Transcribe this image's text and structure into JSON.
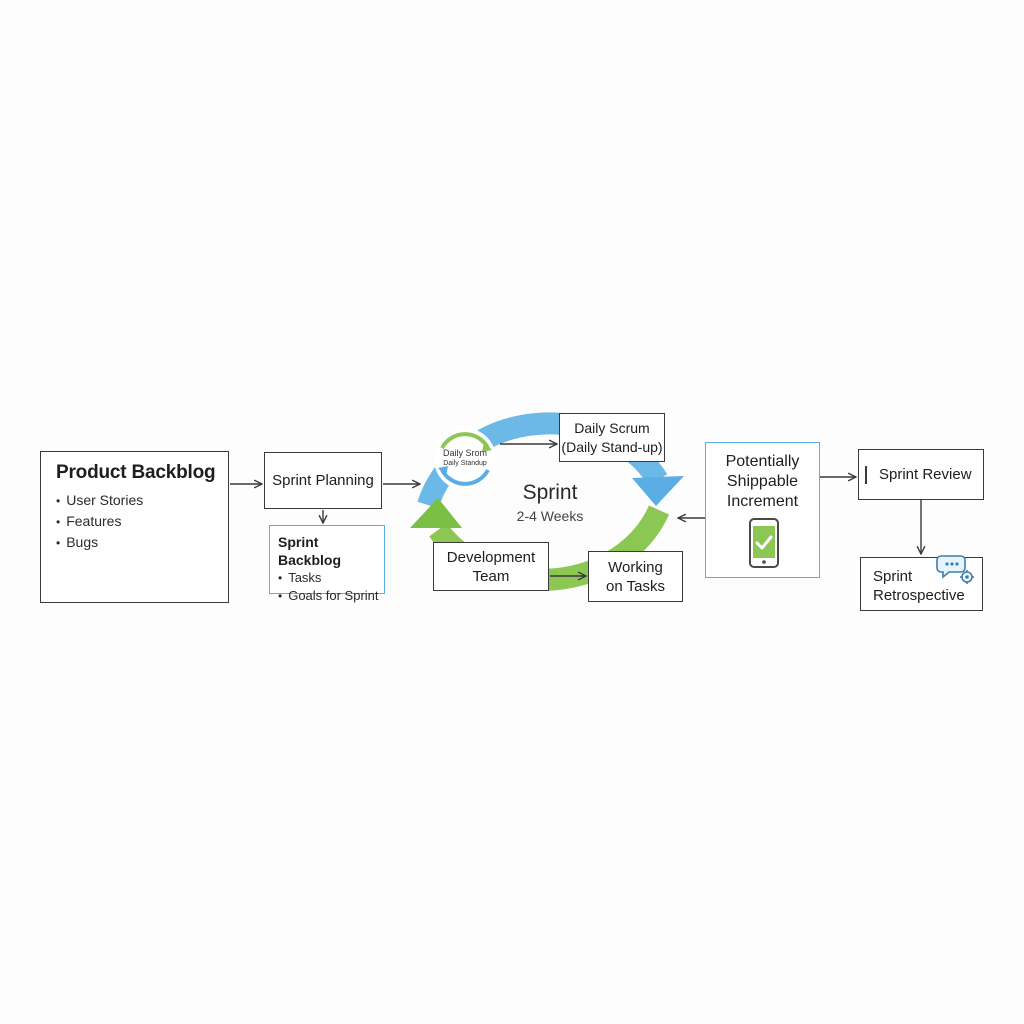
{
  "product_backlog": {
    "title": "Product Backblog",
    "items": [
      "User Stories",
      "Features",
      "Bugs"
    ]
  },
  "sprint_planning": {
    "label": "Sprint Planning"
  },
  "sprint_backlog": {
    "title": "Sprint Backblog",
    "items": [
      "Tasks",
      "Goals for Sprint"
    ]
  },
  "sprint_cycle": {
    "title": "Sprint",
    "duration": "2-4 Weeks",
    "daily_icon_line1": "Daily Srom",
    "daily_icon_line2": "Daily Standup"
  },
  "daily_scrum": {
    "line1": "Daily Scrum",
    "line2": "(Daily Stand-up)"
  },
  "development_team": {
    "line1": "Development",
    "line2": "Team"
  },
  "working_on_tasks": {
    "line1": "Working",
    "line2": "on Tasks"
  },
  "increment": {
    "line1": "Potentially",
    "line2": "Shippable",
    "line3": "Increment"
  },
  "sprint_review": {
    "label": "Sprint Review"
  },
  "sprint_retrospective": {
    "line1": "Sprint",
    "line2": "Retrospective"
  },
  "colors": {
    "cycle_blue": "#6cb8e6",
    "cycle_green": "#8cc653",
    "accent_border": "#5ab0e3",
    "stroke": "#3a3a3a"
  },
  "icons": [
    "refresh-cycle-icon",
    "smartphone-check-icon",
    "chat-gear-icon"
  ]
}
